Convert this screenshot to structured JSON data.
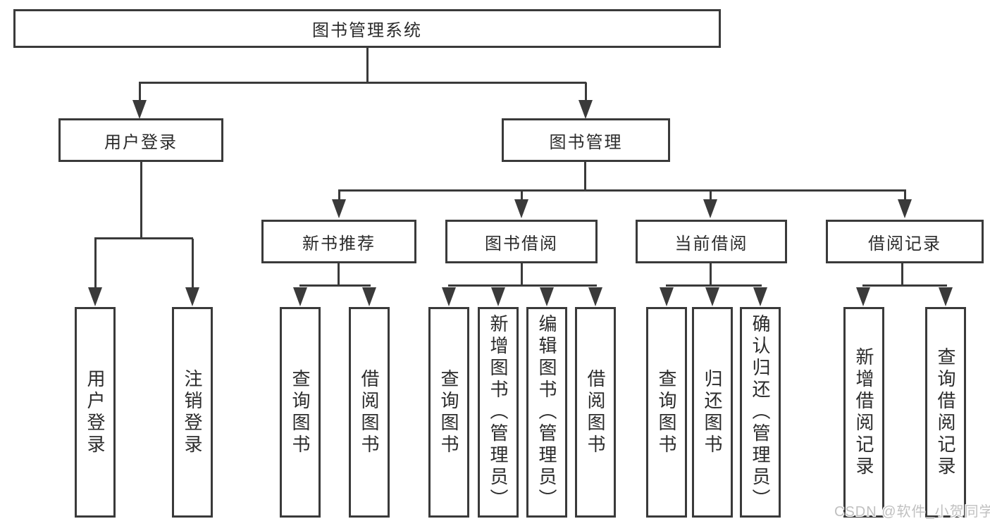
{
  "colors": {
    "line": "#3a3a3a",
    "border": "#3a3a3a",
    "text": "#2b2b2b",
    "background": "#ffffff",
    "box_fill": "#ffffff",
    "watermark": "#c0c0c0"
  },
  "tree": {
    "root": {
      "label": "图书管理系统"
    },
    "user_login": {
      "label": "用户登录",
      "children": [
        {
          "label": "用户登录"
        },
        {
          "label": "注销登录"
        }
      ]
    },
    "book_mgmt": {
      "label": "图书管理"
    },
    "new_book_rec": {
      "label": "新书推荐",
      "children": [
        {
          "label": "查询图书"
        },
        {
          "label": "借阅图书"
        }
      ]
    },
    "book_borrow": {
      "label": "图书借阅",
      "children": [
        {
          "label": "查询图书"
        },
        {
          "label": "新增图书（管理员）"
        },
        {
          "label": "编辑图书（管理员）"
        },
        {
          "label": "借阅图书"
        }
      ]
    },
    "current_borrow": {
      "label": "当前借阅",
      "children": [
        {
          "label": "查询图书"
        },
        {
          "label": "归还图书"
        },
        {
          "label": "确认归还（管理员）"
        }
      ]
    },
    "borrow_records": {
      "label": "借阅记录",
      "children": [
        {
          "label": "新增借阅记录"
        },
        {
          "label": "查询借阅记录"
        }
      ]
    }
  },
  "watermark": {
    "text": "CSDN @软件_小贺同学"
  }
}
